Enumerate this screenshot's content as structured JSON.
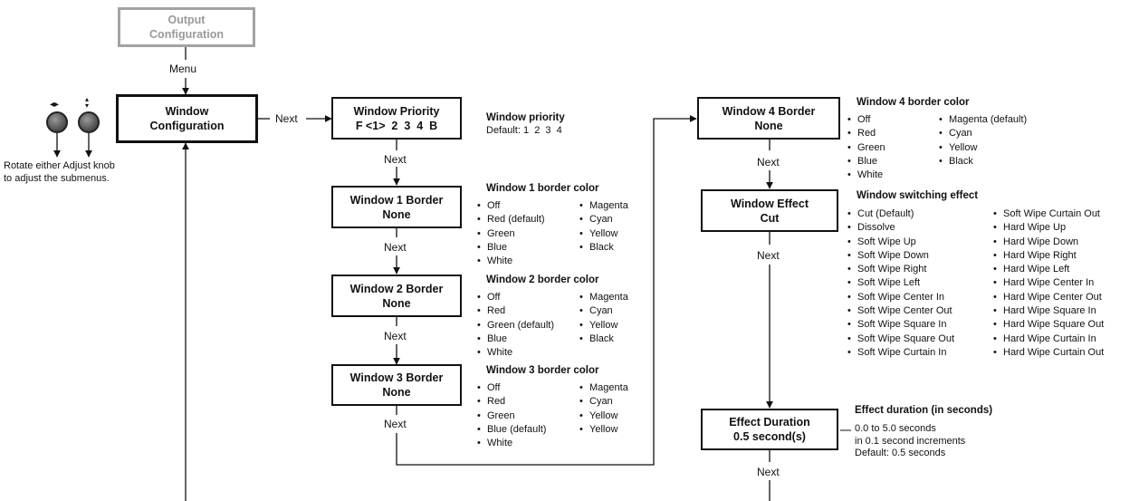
{
  "boxes": {
    "output_config": {
      "line1": "Output",
      "line2": "Configuration"
    },
    "window_config": {
      "line1": "Window",
      "line2": "Configuration"
    },
    "window_priority": {
      "line1": "Window Priority",
      "line2": "F <1>  2  3  4  B"
    },
    "window1_border": {
      "line1": "Window 1 Border",
      "line2": "None"
    },
    "window2_border": {
      "line1": "Window 2 Border",
      "line2": "None"
    },
    "window3_border": {
      "line1": "Window 3 Border",
      "line2": "None"
    },
    "window4_border": {
      "line1": "Window 4 Border",
      "line2": "None"
    },
    "window_effect": {
      "line1": "Window Effect",
      "line2": "Cut"
    },
    "effect_duration": {
      "line1": "Effect Duration",
      "line2": "0.5 second(s)"
    }
  },
  "connectors": {
    "menu": "Menu",
    "next": "Next"
  },
  "knobs": {
    "caption_line1": "Rotate either Adjust knob",
    "caption_line2": "to adjust the submenus.",
    "left_icon": "left-right-arrows-icon",
    "right_icon": "up-down-arrows-icon"
  },
  "notes": {
    "priority": {
      "heading": "Window priority",
      "text": "Default: 1  2  3  4"
    },
    "w1": {
      "heading": "Window 1 border color",
      "col1": [
        "Off",
        "Red (default)",
        "Green",
        "Blue",
        "White"
      ],
      "col2": [
        "Magenta",
        "Cyan",
        "Yellow",
        "Black"
      ]
    },
    "w2": {
      "heading": "Window 2 border color",
      "col1": [
        "Off",
        "Red",
        "Green (default)",
        "Blue",
        "White"
      ],
      "col2": [
        "Magenta",
        "Cyan",
        "Yellow",
        "Black"
      ]
    },
    "w3": {
      "heading": "Window 3 border color",
      "col1": [
        "Off",
        "Red",
        "Green",
        "Blue (default)",
        "White"
      ],
      "col2": [
        "Magenta",
        "Cyan",
        "Yellow",
        "Yellow"
      ]
    },
    "w4": {
      "heading": "Window 4 border color",
      "col1": [
        "Off",
        "Red",
        "Green",
        "Blue",
        "White"
      ],
      "col2": [
        "Magenta (default)",
        "Cyan",
        "Yellow",
        "Black"
      ]
    },
    "effect": {
      "heading": "Window switching effect",
      "col1": [
        "Cut (Default)",
        "Dissolve",
        "Soft Wipe Up",
        "Soft Wipe Down",
        "Soft Wipe Right",
        "Soft Wipe Left",
        "Soft Wipe Center In",
        "Soft Wipe Center Out",
        "Soft Wipe Square In",
        "Soft Wipe Square Out",
        "Soft Wipe Curtain In"
      ],
      "col2": [
        "Soft Wipe Curtain Out",
        "Hard Wipe Up",
        "Hard Wipe Down",
        "Hard Wipe Right",
        "Hard Wipe Left",
        "Hard Wipe Center In",
        "Hard Wipe Center Out",
        "Hard Wipe Square In",
        "Hard Wipe Square Out",
        "Hard Wipe Curtain In",
        "Hard Wipe Curtain Out"
      ]
    },
    "duration": {
      "heading": "Effect duration (in seconds)",
      "lines": [
        "0.0 to 5.0 seconds",
        "in 0.1 second increments",
        "Default: 0.5 seconds"
      ]
    }
  }
}
